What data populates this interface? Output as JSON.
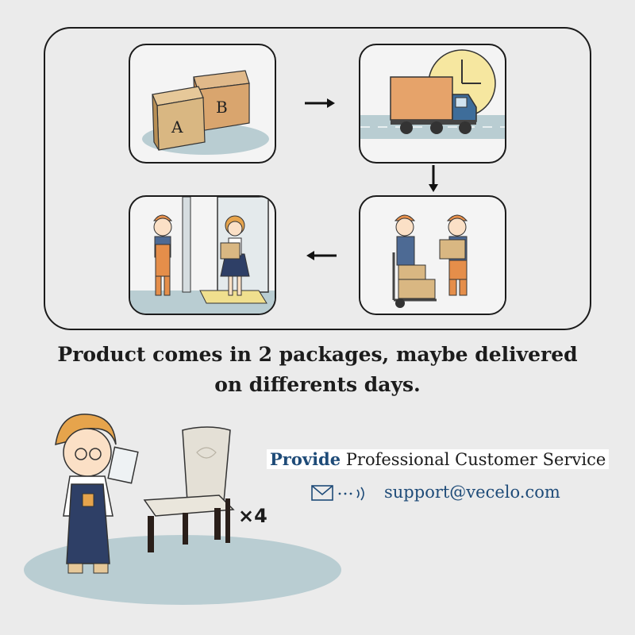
{
  "boxes": {
    "a_label": "A",
    "b_label": "B"
  },
  "notice": {
    "line1": "Product comes in 2 packages, maybe delivered",
    "line2": "on differents days."
  },
  "service": {
    "highlight": "Provide",
    "text": "Professional Customer Service",
    "email": "support@vecelo.com"
  },
  "quantity": "×4",
  "colors": {
    "box": "#d9b782",
    "box_dark": "#c89b5e",
    "truck": "#e6a36a",
    "road": "#b9cdd2",
    "worker_orange": "#e58e4a",
    "worker_blue": "#4d6a94",
    "accent_text": "#1e4b78"
  }
}
